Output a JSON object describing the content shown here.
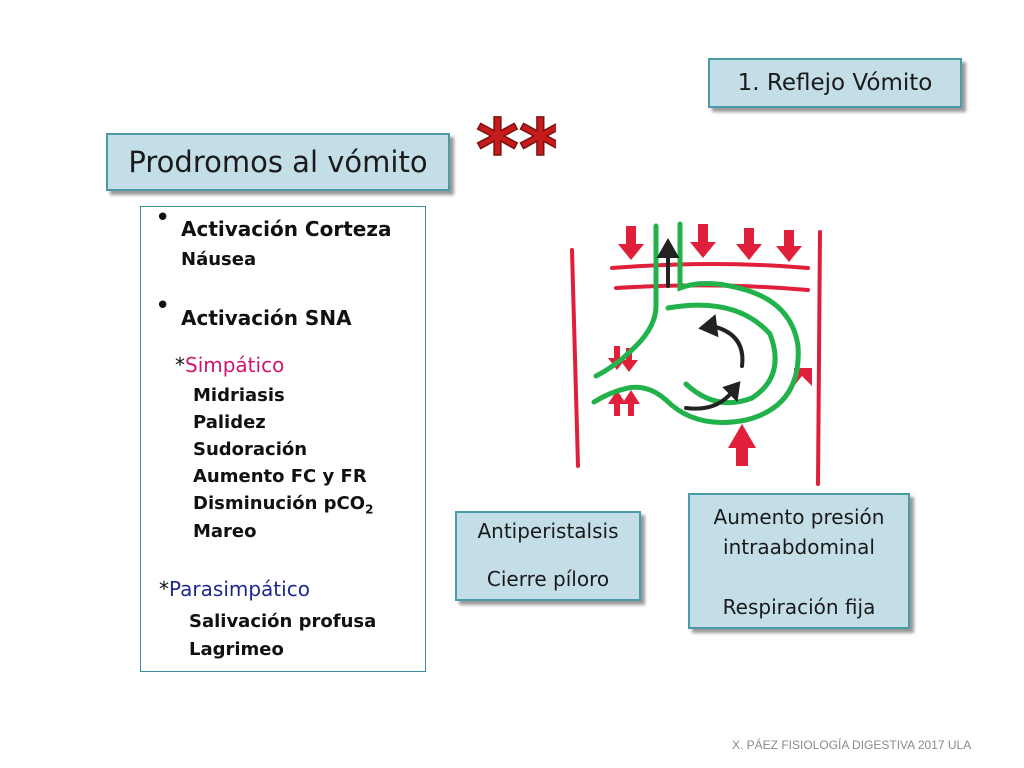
{
  "header": {
    "reflex_title": "1. Reflejo Vómito"
  },
  "prodromos": {
    "title": "Prodromos al vómito",
    "stars": "**"
  },
  "list": {
    "cortex": {
      "heading": "Activación Corteza",
      "item": "Náusea"
    },
    "sna": {
      "heading": "Activación SNA"
    },
    "sympathetic": {
      "prefix": "*",
      "label": "Simpático",
      "items": [
        "Midriasis",
        "Palidez",
        "Sudoración",
        "Aumento FC y FR",
        "Disminución pCO",
        "Mareo"
      ],
      "pco2_subscript": "2"
    },
    "parasympathetic": {
      "prefix": "*",
      "label": "Parasimpático",
      "items": [
        "Salivación profusa",
        "Lagrimeo"
      ]
    }
  },
  "boxes": {
    "antiperistalsis": {
      "line1": "Antiperistalsis",
      "line2": "Cierre píloro"
    },
    "pressure": {
      "line1": "Aumento presión",
      "line2": "intraabdominal",
      "line3": "Respiración fija"
    }
  },
  "colors": {
    "box_fill": "#c4dee8",
    "box_border": "#4a9aa8",
    "stars": "#c71b1b",
    "sympathetic": "#d0166e",
    "parasympathetic": "#1e2a8a",
    "stomach": "#22b24c",
    "pressure_arrows": "#e0203a"
  },
  "footer": {
    "credit": "X. PÁEZ   FISIOLOGÍA DIGESTIVA 2017  ULA"
  }
}
